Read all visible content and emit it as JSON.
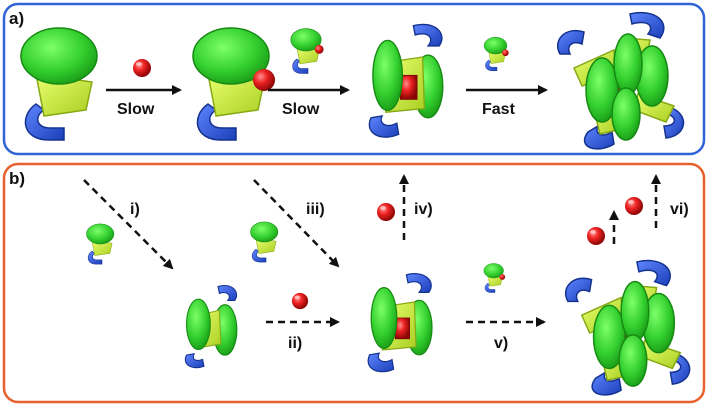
{
  "panel_a": {
    "label": "a)",
    "arrow_labels": [
      "Slow",
      "Slow",
      "Fast"
    ]
  },
  "panel_b": {
    "label": "b)",
    "step_labels": [
      "i)",
      "ii)",
      "iii)",
      "iv)",
      "v)",
      "vi)"
    ]
  },
  "colors": {
    "panel_a_border": "#2f63d6",
    "panel_b_border": "#e8612c",
    "green_disc": "#38d438",
    "yellow_wedge": "#c8ee3c",
    "blue_hook": "#2f55d4",
    "red_ion": "#e01818"
  },
  "icons": [
    "ligand-monomer-icon",
    "metal-ion-icon",
    "dimer-complex-icon",
    "trimer-complex-icon",
    "tetramer-complex-icon"
  ]
}
